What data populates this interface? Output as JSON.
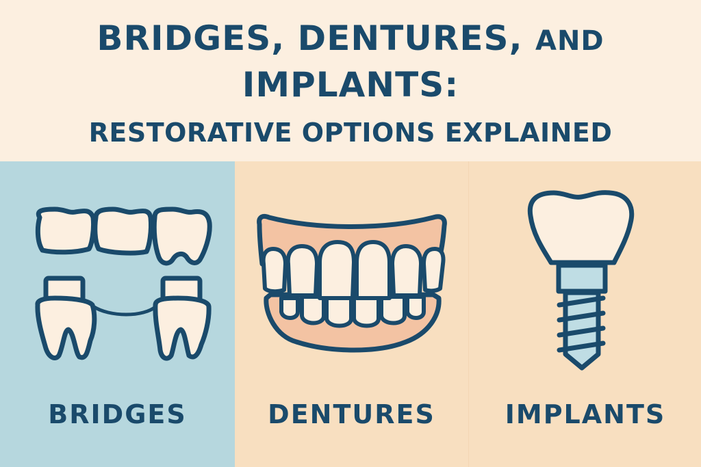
{
  "title": {
    "line1_main": "BRIDGES, DENTURES,",
    "line1_small": "AND",
    "line2": "IMPLANTS:",
    "subtitle": "RESTORATIVE OPTIONS EXPLAINED"
  },
  "panels": [
    {
      "label": "BRIDGES",
      "icon": "dental-bridge-icon",
      "background": "#b6d7de"
    },
    {
      "label": "DENTURES",
      "icon": "dentures-icon",
      "background": "#f8dfc0"
    },
    {
      "label": "IMPLANTS",
      "icon": "dental-implant-icon",
      "background": "#f8dfc0"
    }
  ],
  "colors": {
    "outline": "#1a4a6b",
    "tooth": "#fcefe0",
    "gum": "#f3c3a3",
    "implant_post": "#bfdde4",
    "header_bg": "#fcefe0"
  }
}
